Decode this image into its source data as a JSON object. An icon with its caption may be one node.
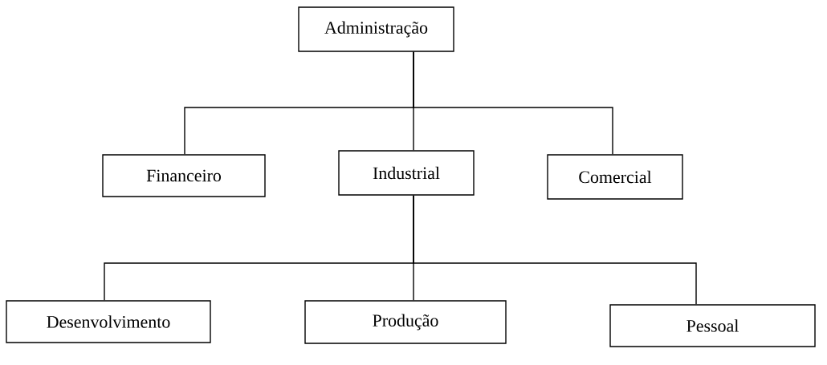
{
  "diagram": {
    "nodes": [
      {
        "text": [
          "Administração"
        ]
      },
      {
        "text": [
          "Financeiro"
        ]
      },
      {
        "text": [
          "Industrial"
        ]
      },
      {
        "text": [
          "Comercial"
        ]
      },
      {
        "text": [
          "Desenvolvimento"
        ]
      },
      {
        "text": [
          "Produção"
        ]
      },
      {
        "text": [
          "Pessoal"
        ]
      }
    ],
    "edges": [
      {
        "from": 0,
        "to": 1,
        "arrow": "none"
      },
      {
        "from": 0,
        "to": 2,
        "arrow": "none"
      },
      {
        "from": 0,
        "to": 3,
        "arrow": "none"
      },
      {
        "from": 2,
        "to": 4,
        "arrow": "none"
      },
      {
        "from": 2,
        "to": 5,
        "arrow": "none"
      },
      {
        "from": 2,
        "to": 6,
        "arrow": "none"
      }
    ]
  }
}
